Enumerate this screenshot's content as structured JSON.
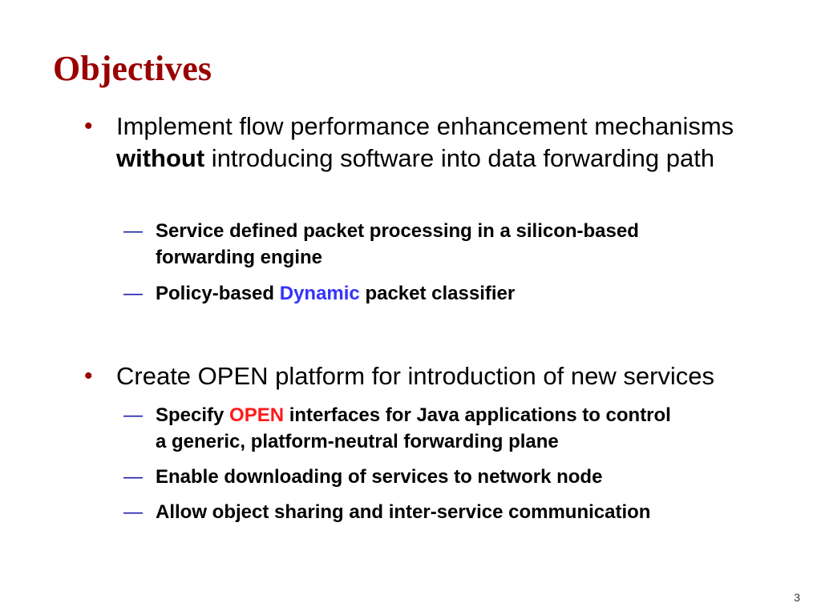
{
  "slide": {
    "title": "Objectives",
    "page_number": "3",
    "bullets": [
      {
        "line1": "Implement flow performance enhancement mechanisms",
        "line2_bold": "without",
        "line2_rest": " introducing software into data forwarding path",
        "subs": [
          {
            "line1": "Service defined packet processing in a silicon-based",
            "line2": "forwarding engine"
          },
          {
            "before": "Policy-based ",
            "highlight": "Dynamic",
            "after": " packet classifier"
          }
        ]
      },
      {
        "text": "Create OPEN platform for introduction of new services",
        "subs": [
          {
            "before": "Specify ",
            "highlight": "OPEN",
            "after": " interfaces for Java applications to control",
            "line2": "a generic, platform-neutral forwarding plane"
          },
          {
            "text": "Enable downloading of services to network node"
          },
          {
            "text": "Allow object sharing and inter-service communication"
          }
        ]
      }
    ],
    "bullet_symbol": "•",
    "dash_symbol": "—"
  }
}
